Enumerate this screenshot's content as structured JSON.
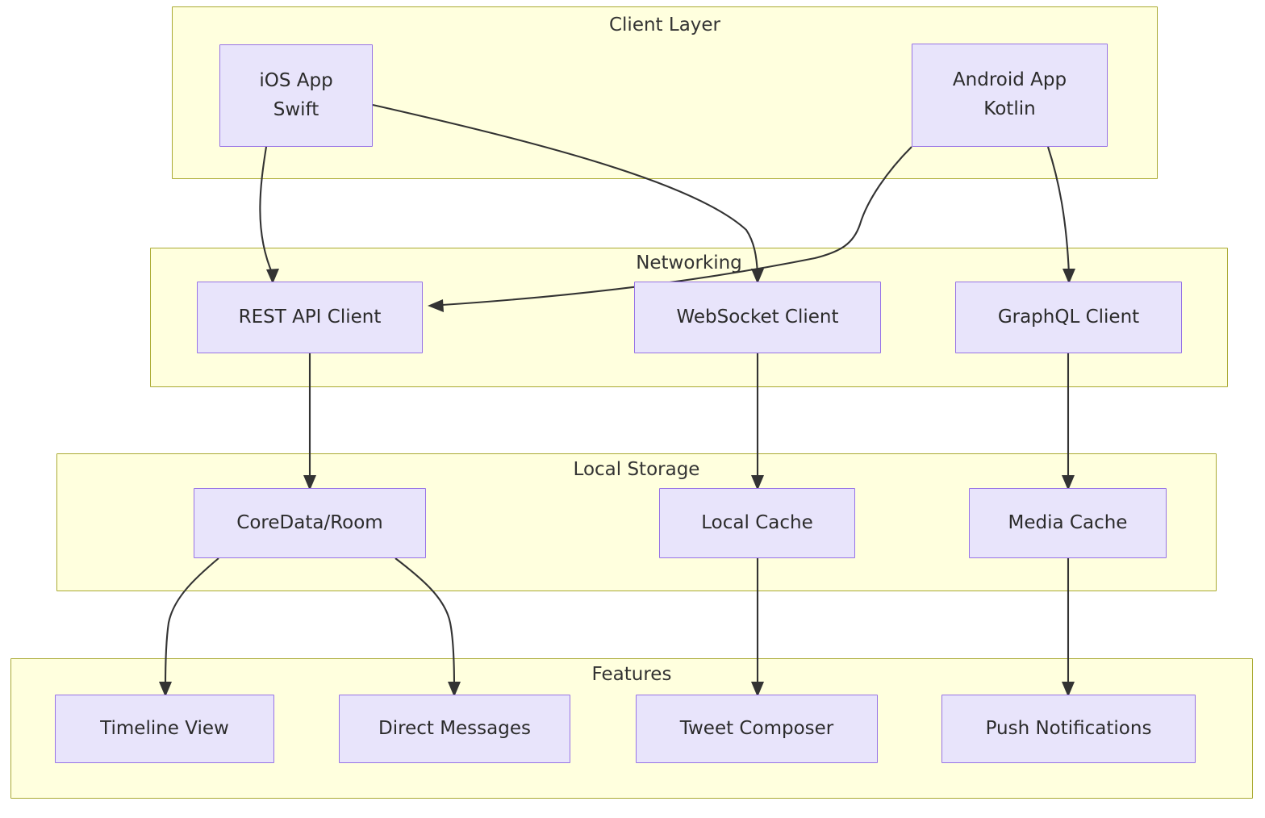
{
  "diagram": {
    "type": "flowchart",
    "direction": "top-down",
    "colors": {
      "cluster_fill": "#ffffde",
      "cluster_stroke": "#aaaa33",
      "node_fill": "#e8e4fb",
      "node_stroke": "#9773e6",
      "edge_stroke": "#333333",
      "text": "#333333",
      "background": "#ffffff"
    }
  },
  "clusters": [
    {
      "id": "client-layer",
      "title": "Client Layer"
    },
    {
      "id": "networking",
      "title": "Networking"
    },
    {
      "id": "local-storage",
      "title": "Local Storage"
    },
    {
      "id": "features",
      "title": "Features"
    }
  ],
  "nodes": [
    {
      "id": "ios-app",
      "cluster": "client-layer",
      "line1": "iOS App",
      "line2": "Swift"
    },
    {
      "id": "android-app",
      "cluster": "client-layer",
      "line1": "Android App",
      "line2": "Kotlin"
    },
    {
      "id": "rest-api-client",
      "cluster": "networking",
      "line1": "REST API Client",
      "line2": ""
    },
    {
      "id": "websocket-client",
      "cluster": "networking",
      "line1": "WebSocket Client",
      "line2": ""
    },
    {
      "id": "graphql-client",
      "cluster": "networking",
      "line1": "GraphQL Client",
      "line2": ""
    },
    {
      "id": "coredata-room",
      "cluster": "local-storage",
      "line1": "CoreData/Room",
      "line2": ""
    },
    {
      "id": "local-cache",
      "cluster": "local-storage",
      "line1": "Local Cache",
      "line2": ""
    },
    {
      "id": "media-cache",
      "cluster": "local-storage",
      "line1": "Media Cache",
      "line2": ""
    },
    {
      "id": "timeline-view",
      "cluster": "features",
      "line1": "Timeline View",
      "line2": ""
    },
    {
      "id": "direct-messages",
      "cluster": "features",
      "line1": "Direct Messages",
      "line2": ""
    },
    {
      "id": "tweet-composer",
      "cluster": "features",
      "line1": "Tweet Composer",
      "line2": ""
    },
    {
      "id": "push-notifications",
      "cluster": "features",
      "line1": "Push Notifications",
      "line2": ""
    }
  ],
  "edges": [
    {
      "from": "ios-app",
      "to": "rest-api-client"
    },
    {
      "from": "ios-app",
      "to": "websocket-client"
    },
    {
      "from": "android-app",
      "to": "rest-api-client"
    },
    {
      "from": "android-app",
      "to": "graphql-client"
    },
    {
      "from": "rest-api-client",
      "to": "coredata-room"
    },
    {
      "from": "websocket-client",
      "to": "local-cache"
    },
    {
      "from": "graphql-client",
      "to": "media-cache"
    },
    {
      "from": "coredata-room",
      "to": "timeline-view"
    },
    {
      "from": "coredata-room",
      "to": "direct-messages"
    },
    {
      "from": "local-cache",
      "to": "tweet-composer"
    },
    {
      "from": "media-cache",
      "to": "push-notifications"
    }
  ]
}
